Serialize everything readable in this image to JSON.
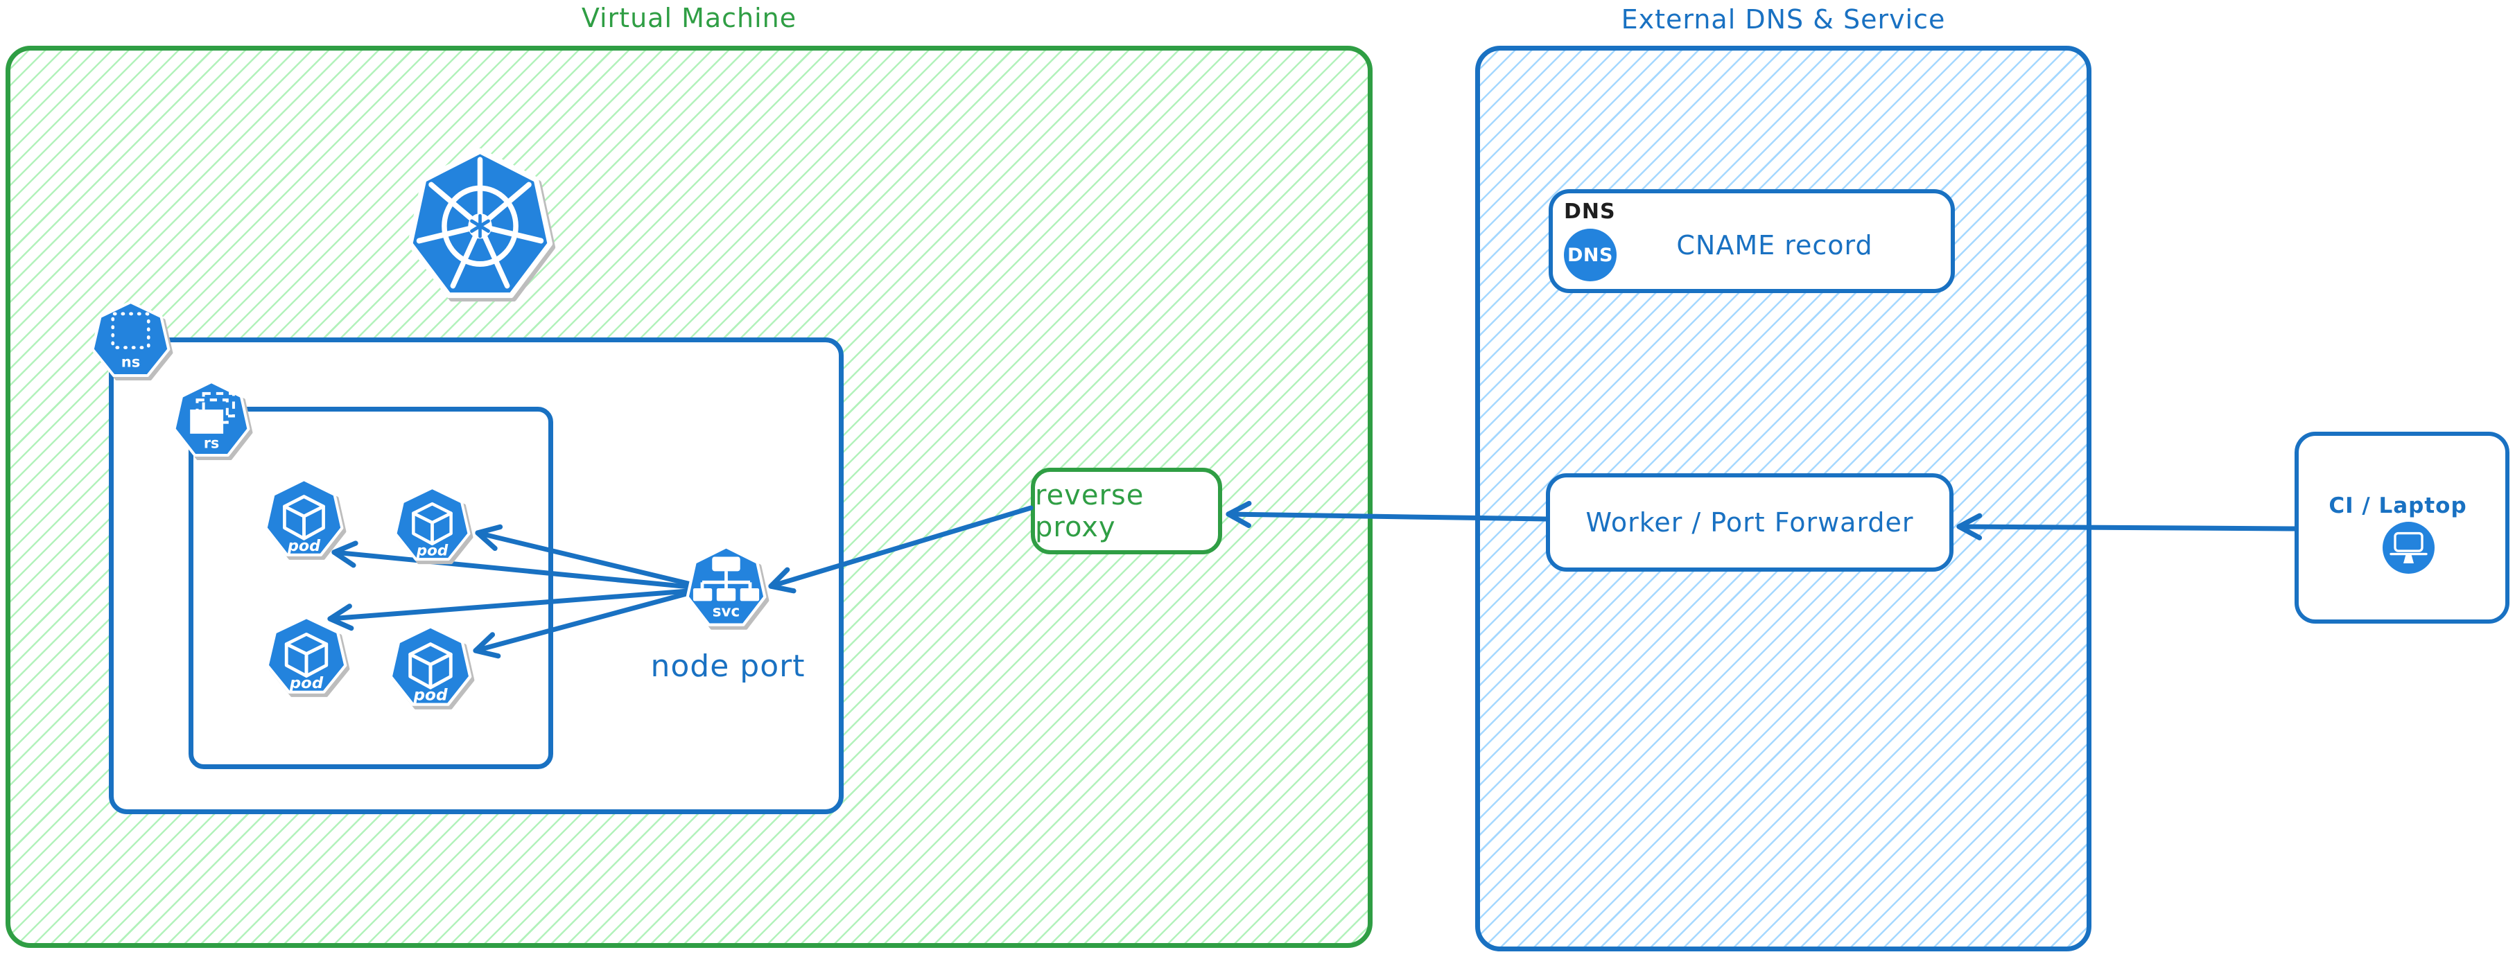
{
  "colors": {
    "green_stroke": "#2f9e44",
    "green_hatch": "#b2f2bb",
    "blue_stroke": "#1971c2",
    "blue_hatch": "#a5d8ff",
    "icon_blue": "#2383dd",
    "label_black": "#1e1e1e"
  },
  "vm_group": {
    "title": "Virtual Machine",
    "namespace_icon": {
      "label": "ns"
    },
    "replicaset_icon": {
      "label": "rs"
    },
    "pods": [
      {
        "label": "pod"
      },
      {
        "label": "pod"
      },
      {
        "label": "pod"
      },
      {
        "label": "pod"
      }
    ],
    "service_icon": {
      "label": "svc",
      "caption": "node port"
    },
    "reverse_proxy": {
      "label": "reverse proxy"
    }
  },
  "external_group": {
    "title": "External DNS & Service",
    "dns_card": {
      "tag": "DNS",
      "icon_label": "DNS",
      "text": "CNAME record"
    },
    "worker_card": {
      "label": "Worker / Port Forwarder"
    }
  },
  "client_card": {
    "label": "CI / Laptop"
  }
}
